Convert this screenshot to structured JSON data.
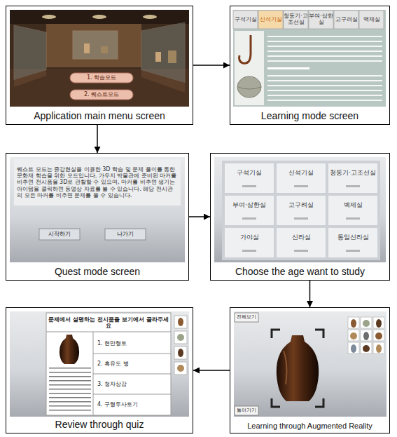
{
  "diagram": {
    "nodes": [
      {
        "text": [
          "Application main menu screen"
        ]
      },
      {
        "text": [
          "Learning mode screen"
        ]
      },
      {
        "text": [
          "Quest mode screen"
        ]
      },
      {
        "text": [
          "Choose the age want to study"
        ]
      },
      {
        "text": [
          "Learning through Augmented Reality"
        ]
      },
      {
        "text": [
          "Review through quiz"
        ]
      }
    ],
    "edges": [
      {
        "from": 0,
        "to": 1,
        "arrow": "to"
      },
      {
        "from": 0,
        "to": 2,
        "arrow": "to"
      },
      {
        "from": 2,
        "to": 3,
        "arrow": "to"
      },
      {
        "from": 3,
        "to": 4,
        "arrow": "to"
      },
      {
        "from": 4,
        "to": 5,
        "arrow": "to"
      }
    ],
    "labels": [
      "1. 학습모드",
      "2. 퀘스트모드",
      "구석기실",
      "신석기실",
      "청동기·고조선실",
      "부여·삼한실",
      "고구려실",
      "백제실",
      "퀘스트 모드는 증강현실을 이용한 3D 학습 및 문제 풀이를 통한 문화재 학습을 위한 모드입니다. 가우지 박물관에 준비된 마커를 비추면 전시품을 3D로 관찰할 수 있으며, 마커를 비추면 생기는 아이템을 클릭하면 동영상 자료를 볼 수 있습니다. 해당 전시관의 모든 마커를 비추면 문제를 풀 수 있습니다.",
      "시작하기",
      "나가기",
      "구석기실",
      "신석기실",
      "청동기·고조선실",
      "부여·삼한실",
      "고구려실",
      "백제실",
      "가야실",
      "신라실",
      "통일신라실",
      "전체보기",
      "돌아가기",
      "문제에서 설명하는 전시품을 보기에서 골라주세요",
      "1. 현만형토",
      "2. 흑유도 병",
      "3. 청자상감",
      "4. 구형투사토기"
    ]
  }
}
